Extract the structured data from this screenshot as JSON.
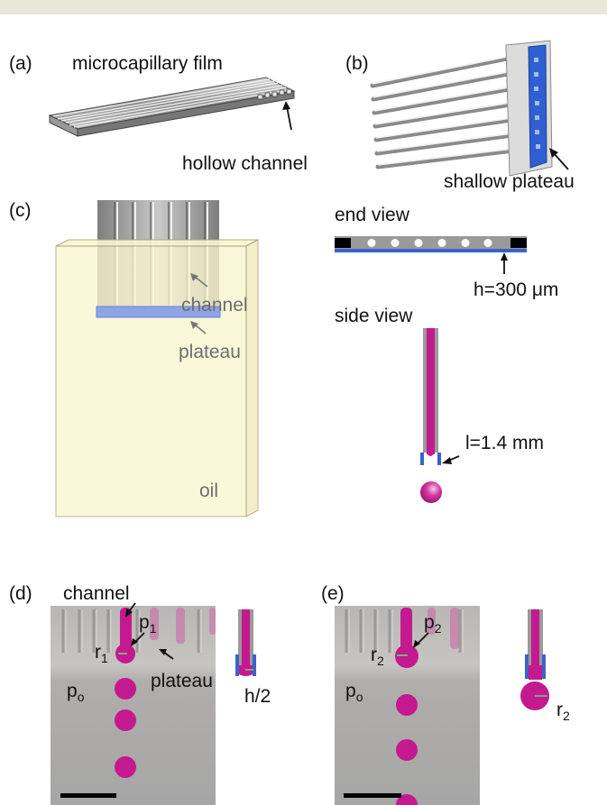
{
  "panels": {
    "a": {
      "letter": "(a)",
      "title": "microcapillary film",
      "callout": "hollow channel"
    },
    "b": {
      "letter": "(b)",
      "callout": "shallow plateau"
    },
    "c": {
      "letter": "(c)",
      "channel_label": "channel",
      "plateau_label": "plateau",
      "oil_label": "oil",
      "end_view_label": "end view",
      "height_label": "h=300 μm",
      "side_view_label": "side view",
      "length_label": "l=1.4 mm"
    },
    "d": {
      "letter": "(d)",
      "channel_label": "channel",
      "pressure_label": "p",
      "pressure_sub": "1",
      "radius_label": "r",
      "radius_sub": "1",
      "plateau_label": "plateau",
      "outer_pressure": "p",
      "outer_sub": "o",
      "half_height_label": "h/2"
    },
    "e": {
      "letter": "(e)",
      "pressure_label": "p",
      "pressure_sub": "2",
      "radius_label": "r",
      "radius_sub": "2",
      "outer_pressure": "p",
      "outer_sub": "o",
      "schematic_radius": "r",
      "schematic_radius_sub": "2"
    }
  },
  "colors": {
    "magenta": "#c4198f",
    "blue": "#3a63c9",
    "oil": "#fbf6cf",
    "film": "#8a8a8a",
    "photo_bg": "#a8a8a8"
  }
}
